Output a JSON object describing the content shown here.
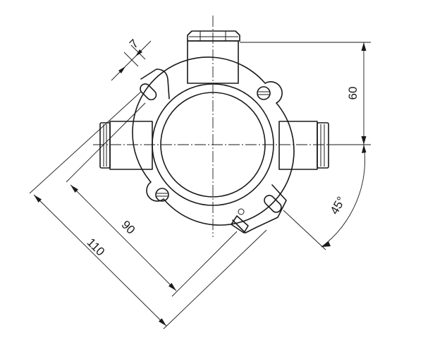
{
  "dimensions": {
    "d7": "7",
    "d60": "60",
    "d90": "90",
    "d110": "110",
    "angle": "45°"
  }
}
